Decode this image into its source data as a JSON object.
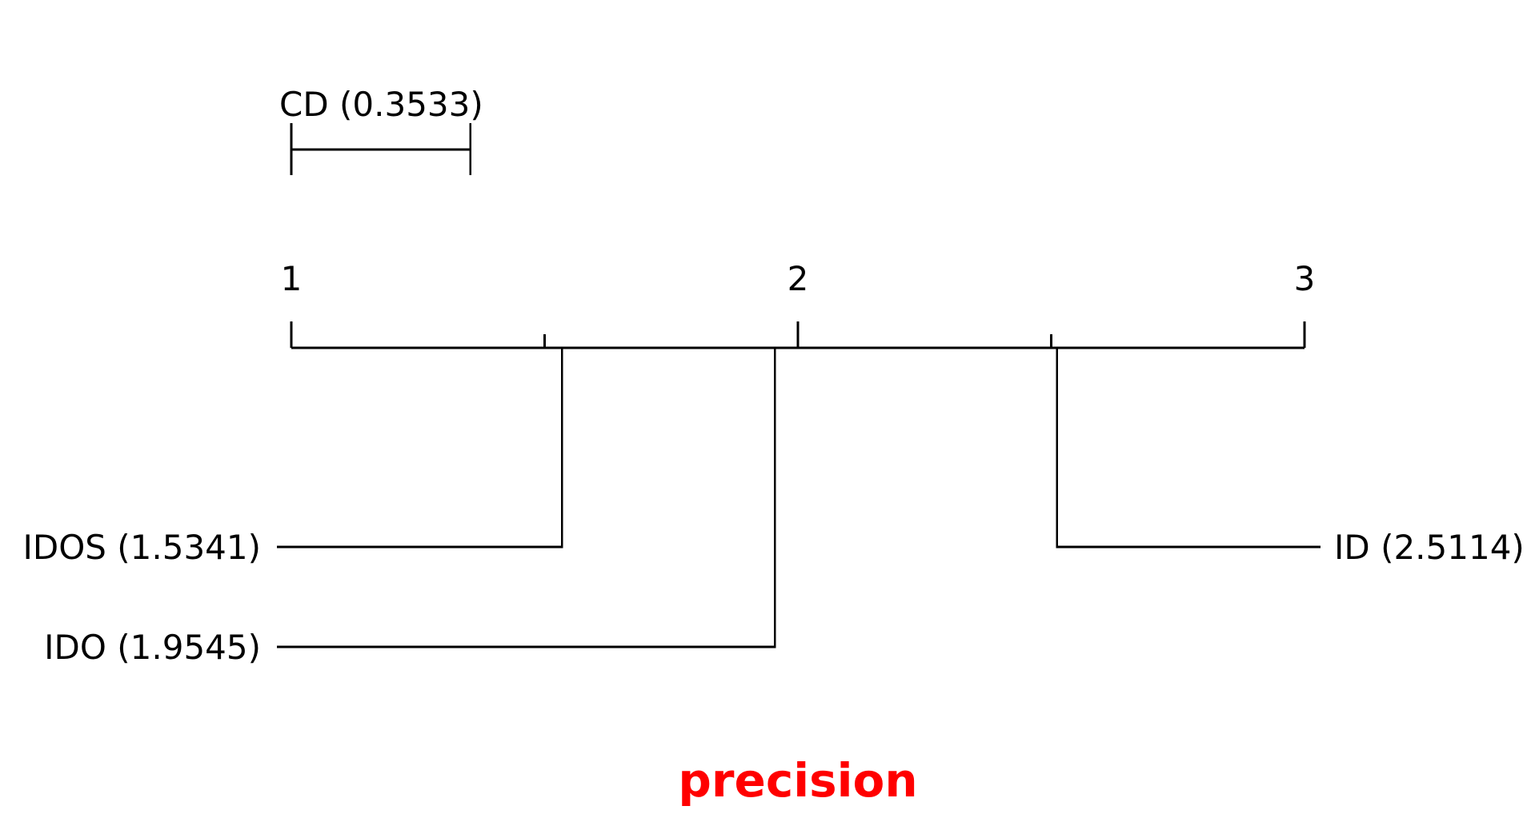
{
  "chart_data": {
    "type": "critical_difference_diagram",
    "title": "precision",
    "title_color": "#ff0000",
    "axis": {
      "range": [
        1,
        3
      ],
      "major_ticks": [
        1,
        2,
        3
      ],
      "major_tick_labels": [
        "1",
        "2",
        "3"
      ],
      "minor_ticks": [
        1.5,
        2.5
      ]
    },
    "critical_difference": {
      "value": 0.3533,
      "label": "CD (0.3533)"
    },
    "methods": [
      {
        "name": "IDOS",
        "rank": 1.5341,
        "label": "IDOS (1.5341)",
        "side": "left"
      },
      {
        "name": "IDO",
        "rank": 1.9545,
        "label": "IDO (1.9545)",
        "side": "left"
      },
      {
        "name": "ID",
        "rank": 2.5114,
        "label": "ID (2.5114)",
        "side": "right"
      }
    ]
  }
}
